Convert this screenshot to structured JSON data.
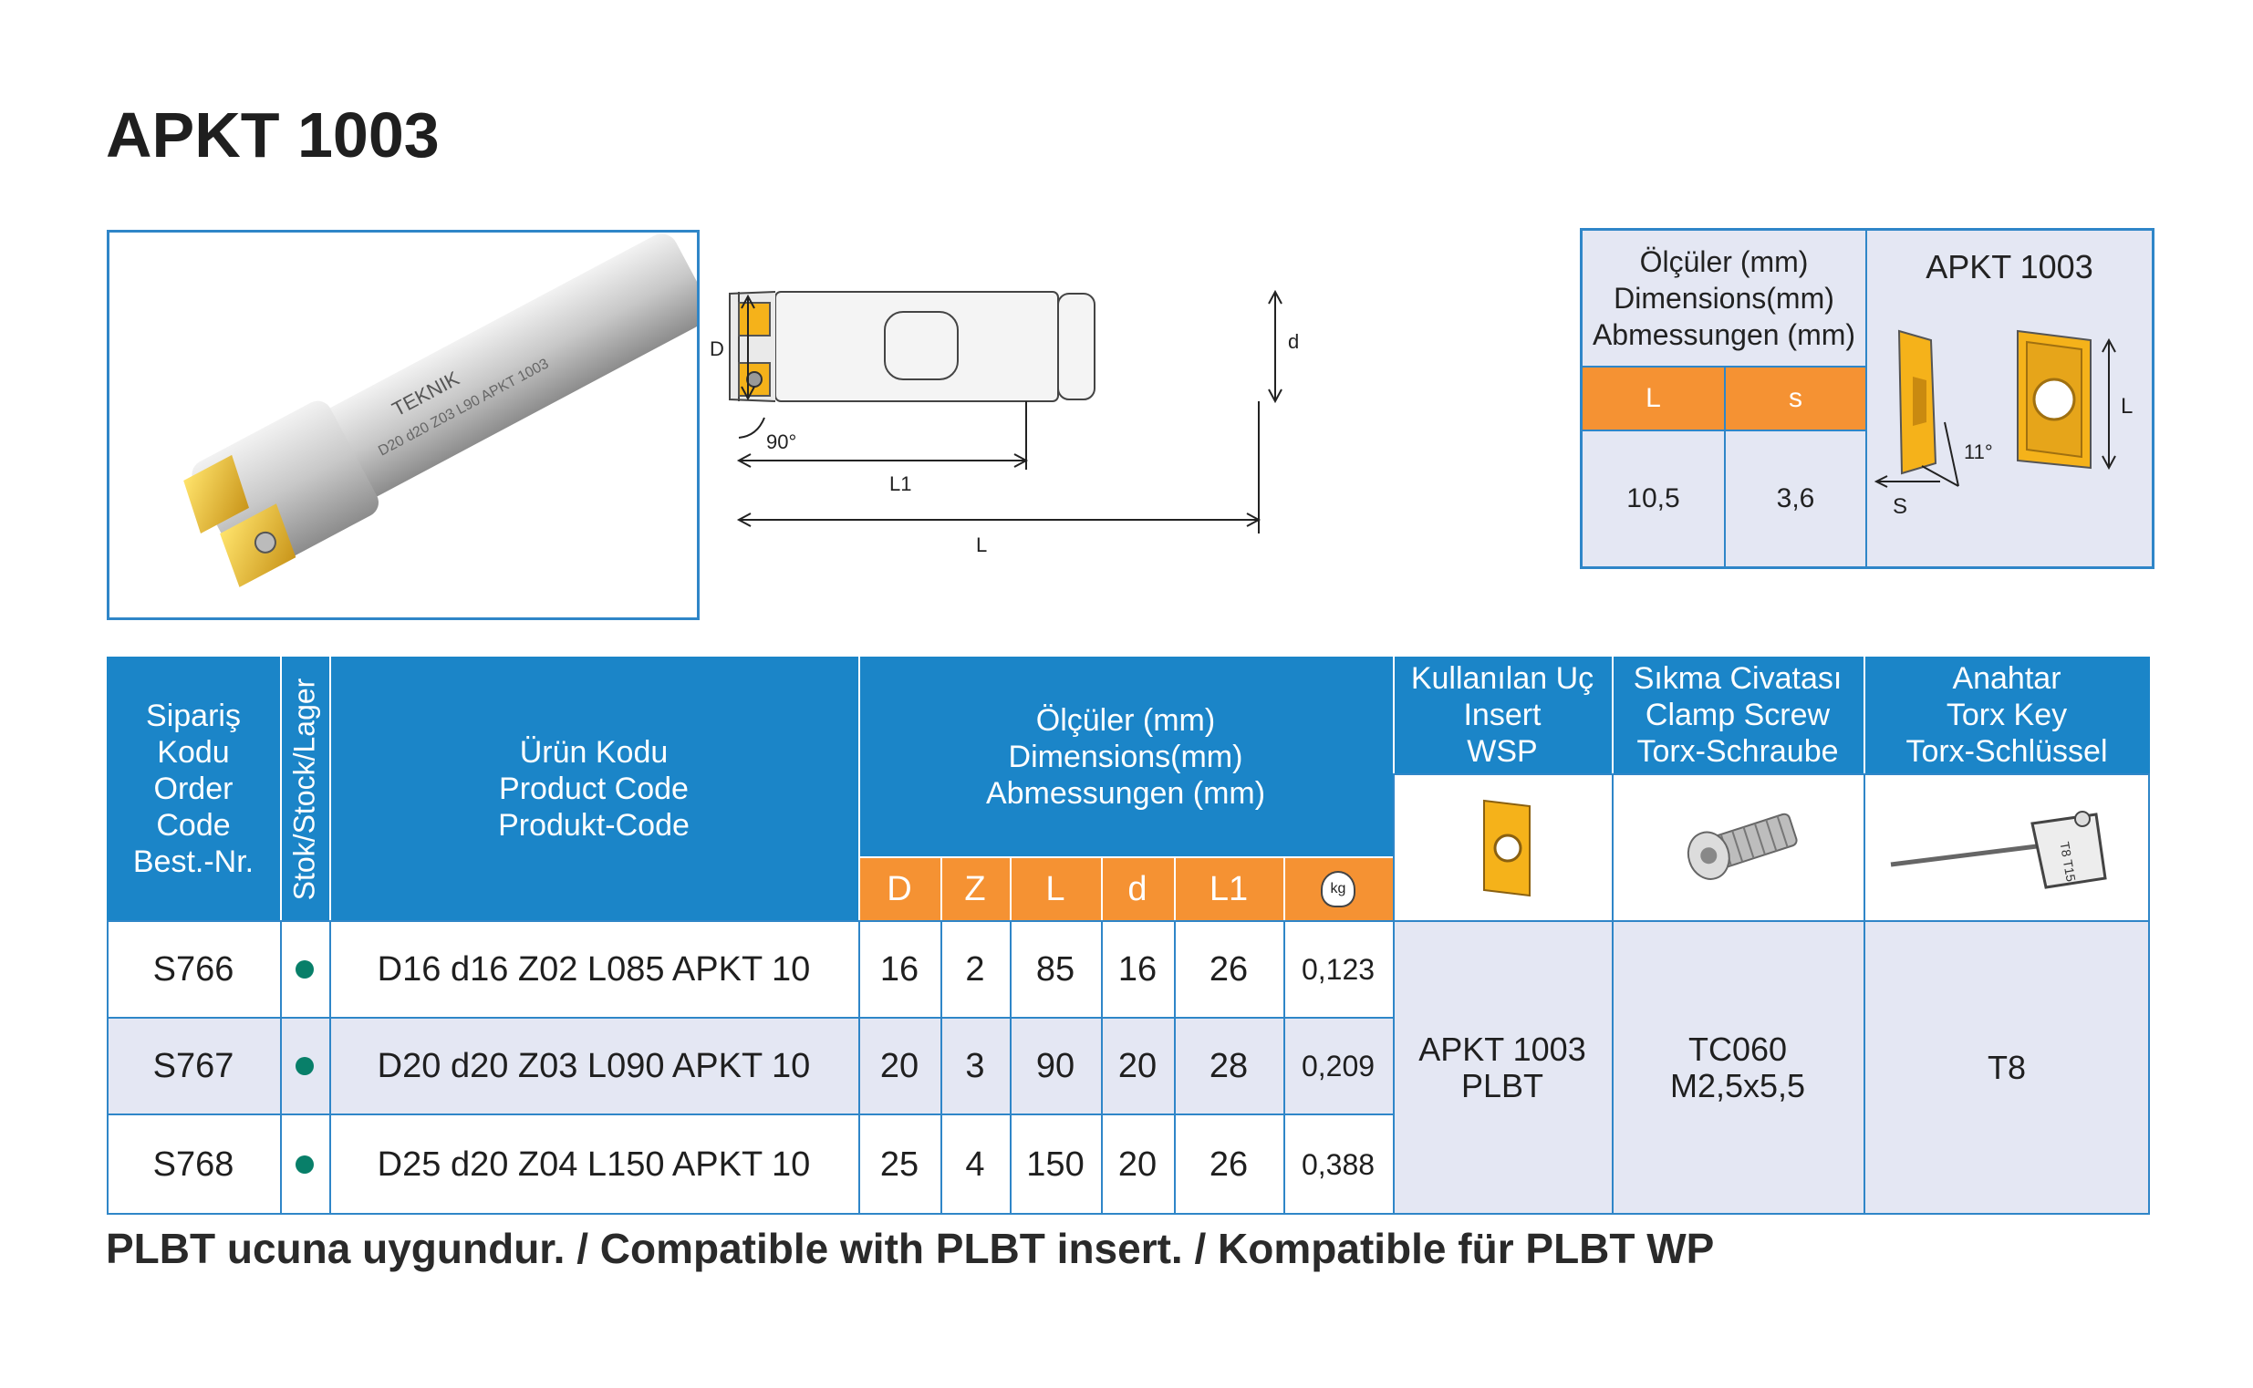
{
  "title": "APKT 1003",
  "photo": {
    "brand_text": "TEKNIK",
    "engraving": "D20 d20 Z03 L90 APKT 1003"
  },
  "drawing": {
    "label_D": "D",
    "label_d": "d",
    "label_angle": "90°",
    "label_L1": "L1",
    "label_L": "L"
  },
  "spec": {
    "dims_lines": [
      "Ölçüler (mm)",
      "Dimensions(mm)",
      "Abmessungen (mm)"
    ],
    "insert_title": "APKT 1003",
    "col_L": "L",
    "col_s": "s",
    "val_L": "10,5",
    "val_s": "3,6",
    "label_S": "S",
    "label_angle": "11°",
    "label_L": "L"
  },
  "table": {
    "order_code_lines": [
      "Sipariş",
      "Kodu",
      "Order",
      "Code",
      "Best.-Nr."
    ],
    "stock_label": "Stok/Stock/Lager",
    "product_code_lines": [
      "Ürün Kodu",
      "Product Code",
      "Produkt-Code"
    ],
    "dims_lines": [
      "Ölçüler (mm)",
      "Dimensions(mm)",
      "Abmessungen (mm)"
    ],
    "dim_cols": [
      "D",
      "Z",
      "L",
      "d",
      "L1"
    ],
    "weight_icon": "kg",
    "insert_lines": [
      "Kullanılan Uç",
      "Insert",
      "WSP"
    ],
    "screw_lines": [
      "Sıkma Civatası",
      "Clamp Screw",
      "Torx-Schraube"
    ],
    "key_lines": [
      "Anahtar",
      "Torx Key",
      "Torx-Schlüssel"
    ],
    "key_engraving": "T8 T15",
    "rows": [
      {
        "order": "S766",
        "product": "D16 d16 Z02 L085 APKT 10",
        "D": "16",
        "Z": "2",
        "L": "85",
        "d": "16",
        "L1": "26",
        "weight": "0,123"
      },
      {
        "order": "S767",
        "product": "D20 d20 Z03 L090 APKT 10",
        "D": "20",
        "Z": "3",
        "L": "90",
        "d": "20",
        "L1": "28",
        "weight": "0,209"
      },
      {
        "order": "S768",
        "product": "D25 d20 Z04 L150 APKT 10",
        "D": "25",
        "Z": "4",
        "L": "150",
        "d": "20",
        "L1": "26",
        "weight": "0,388"
      }
    ],
    "insert_value_lines": [
      "APKT 1003",
      "PLBT"
    ],
    "screw_value_lines": [
      "TC060",
      "M2,5x5,5"
    ],
    "key_value": "T8"
  },
  "footer": "PLBT ucuna uygundur. / Compatible with PLBT insert. / Kompatible für PLBT WP",
  "colors": {
    "blue": "#1b85c8",
    "orange": "#f59233",
    "pale": "#e4e7f3",
    "dot": "#087f69",
    "border": "#2f86c8"
  }
}
